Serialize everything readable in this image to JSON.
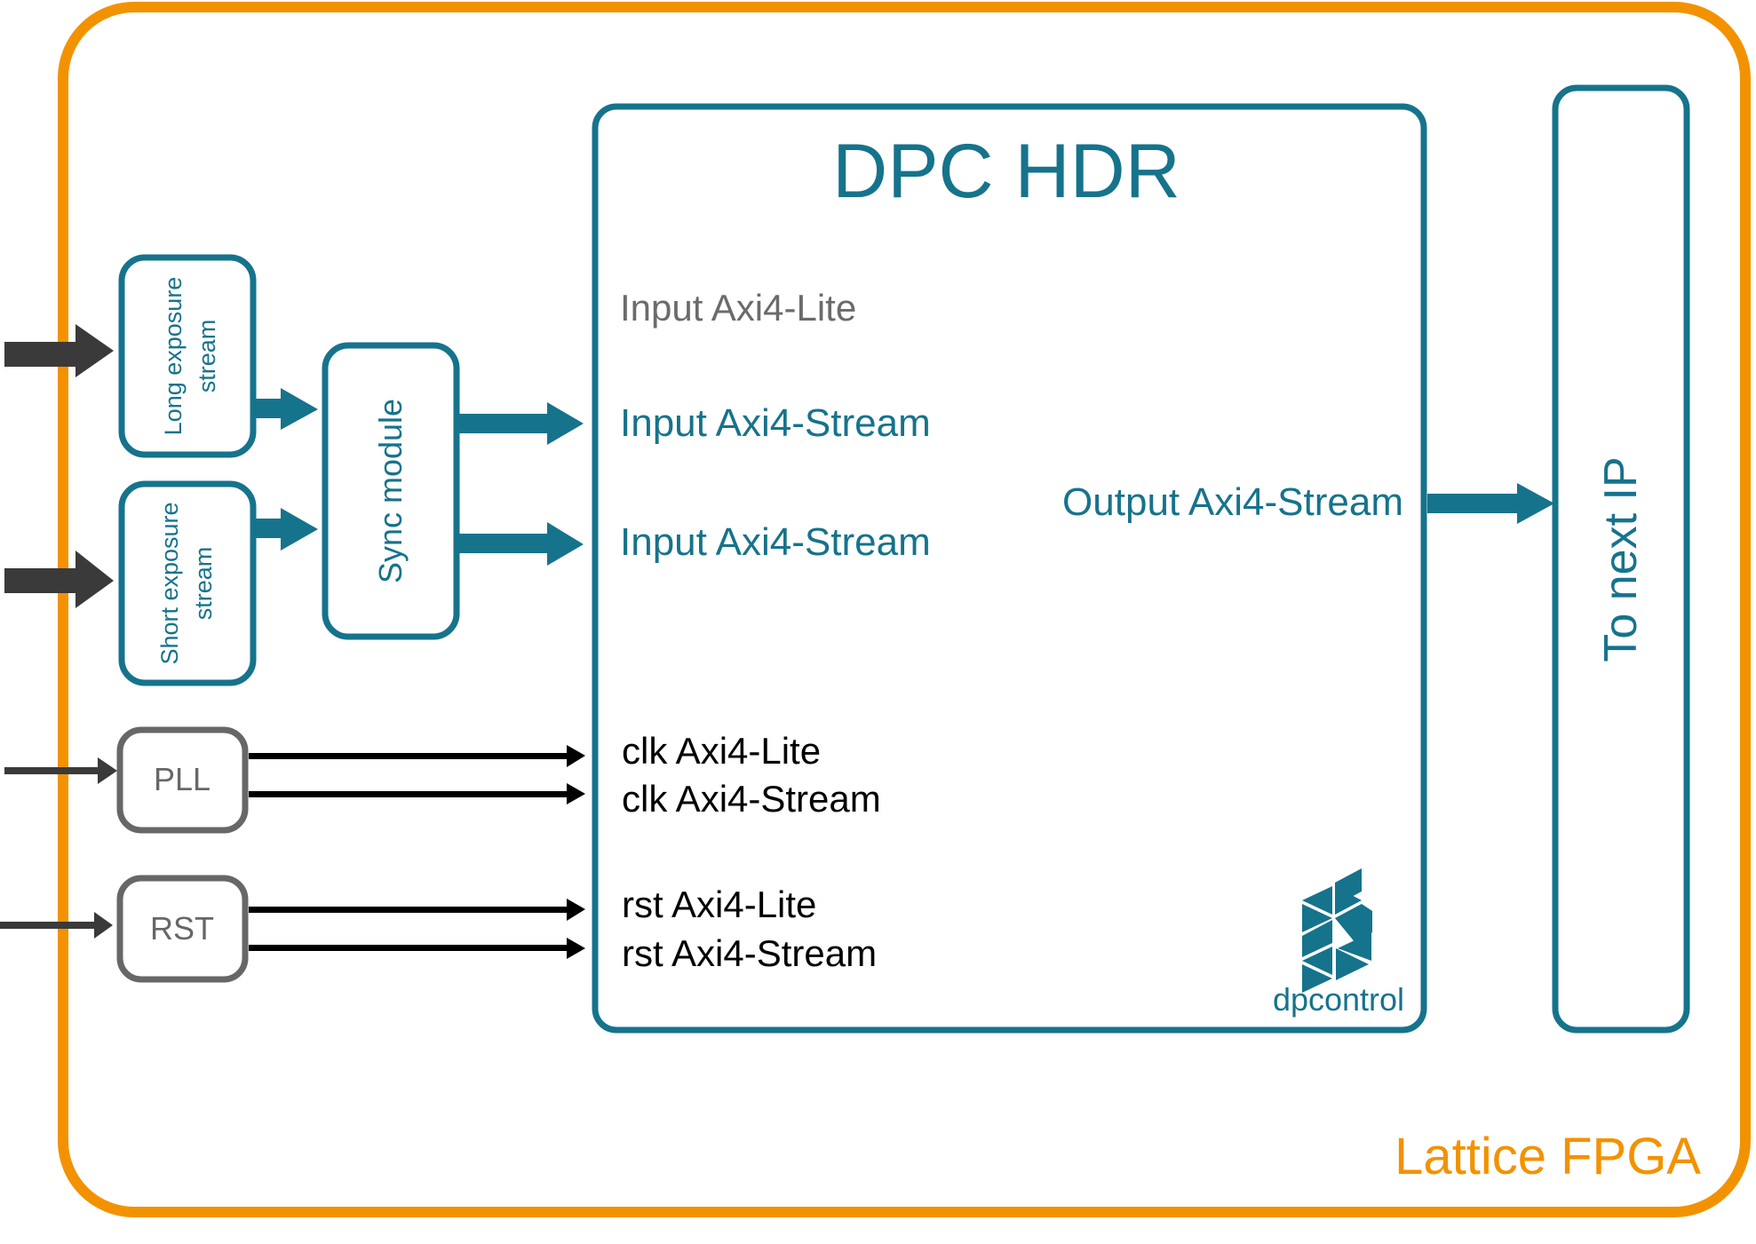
{
  "colors": {
    "fpga_border": "#f39200",
    "teal": "#16738c",
    "gray_box": "#676767",
    "dark_arrow": "#3a3a3a",
    "black": "#000000",
    "gray_text": "#6b6b6b"
  },
  "fpga": {
    "label": "Lattice FPGA"
  },
  "inputs": {
    "long_exposure": {
      "label_line1": "Long exposure",
      "label_line2": "stream"
    },
    "short_exposure": {
      "label_line1": "Short exposure",
      "label_line2": "stream"
    },
    "sync": {
      "label": "Sync module"
    },
    "pll": {
      "label": "PLL"
    },
    "rst": {
      "label": "RST"
    }
  },
  "dpc": {
    "title": "DPC HDR",
    "ports": {
      "input_lite": "Input Axi4-Lite",
      "input_stream_1": "Input Axi4-Stream",
      "input_stream_2": "Input Axi4-Stream",
      "output_stream": "Output Axi4-Stream",
      "clk_lite": "clk Axi4-Lite",
      "clk_stream": "clk Axi4-Stream",
      "rst_lite": "rst Axi4-Lite",
      "rst_stream": "rst Axi4-Stream"
    },
    "logo": {
      "icon": "dpcontrol-logo-icon",
      "text": "dpcontrol"
    }
  },
  "next_ip": {
    "label": "To next IP"
  }
}
